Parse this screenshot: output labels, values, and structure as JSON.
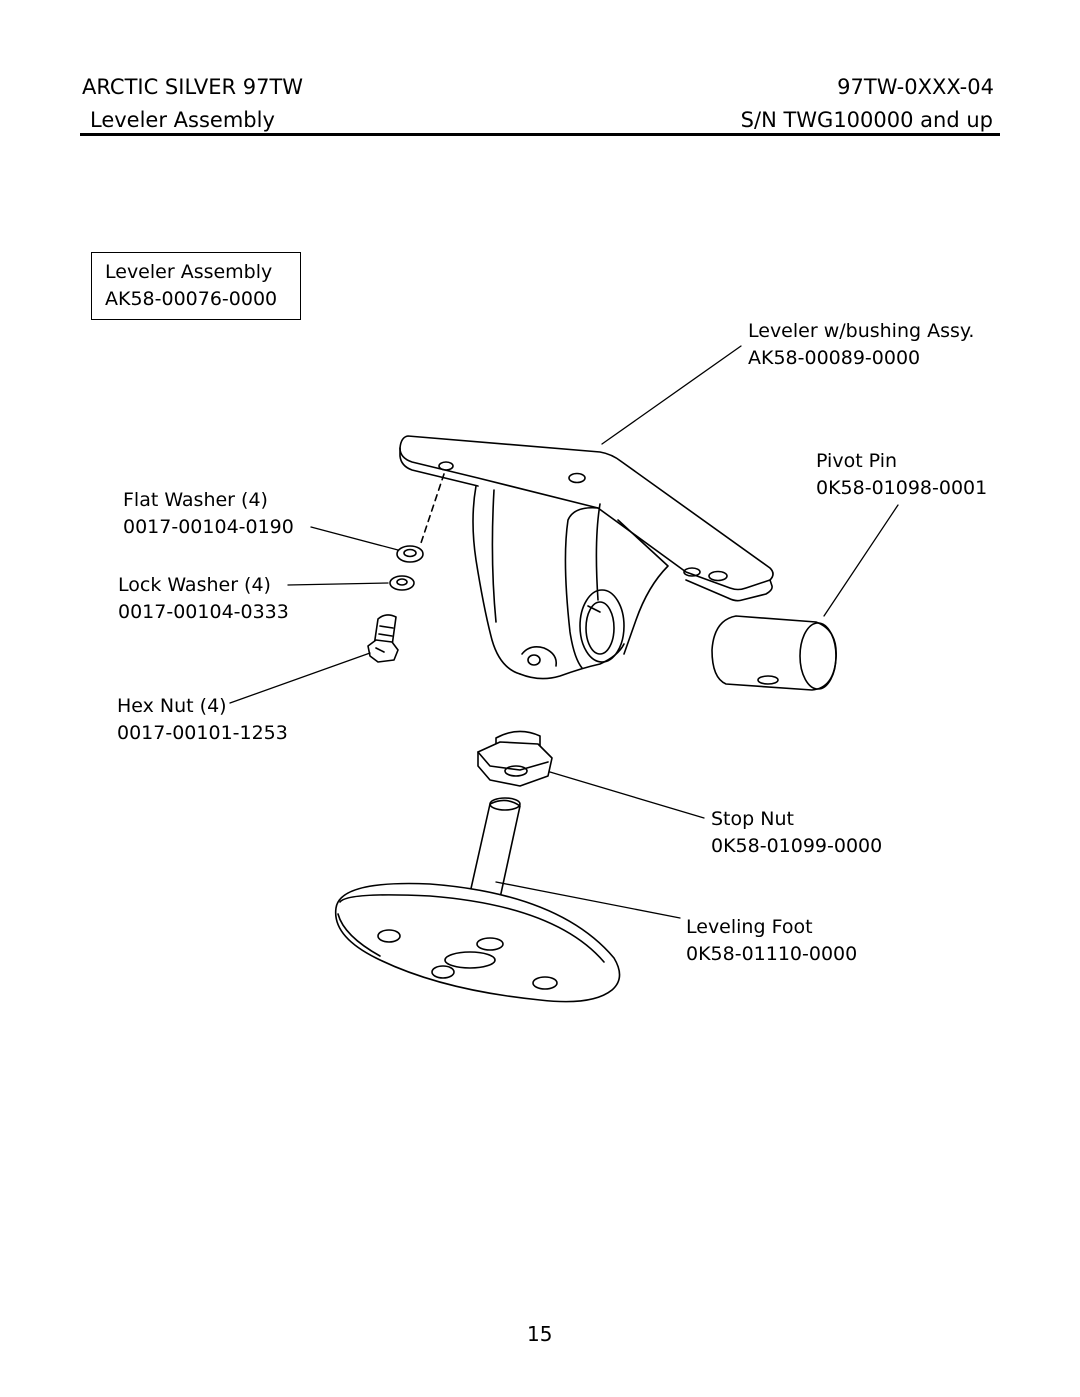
{
  "header": {
    "title": "ARCTIC SILVER 97TW",
    "subtitle": "Leveler Assembly",
    "model_code": "97TW-0XXX-04",
    "serial_range": "S/N TWG100000 and up"
  },
  "assembly": {
    "name": "Leveler Assembly",
    "part_number": "AK58-00076-0000"
  },
  "callouts": {
    "leveler_bushing": {
      "name": "Leveler w/bushing Assy.",
      "part_number": "AK58-00089-0000"
    },
    "pivot_pin": {
      "name": "Pivot Pin",
      "part_number": "0K58-01098-0001"
    },
    "flat_washer": {
      "name": "Flat Washer (4)",
      "part_number": "0017-00104-0190"
    },
    "lock_washer": {
      "name": "Lock Washer (4)",
      "part_number": "0017-00104-0333"
    },
    "hex_nut": {
      "name": "Hex Nut (4)",
      "part_number": "0017-00101-1253"
    },
    "stop_nut": {
      "name": "Stop Nut",
      "part_number": "0K58-01099-0000"
    },
    "leveling_foot": {
      "name": "Leveling Foot",
      "part_number": "0K58-01110-0000"
    }
  },
  "footer": {
    "page_number": "15"
  }
}
